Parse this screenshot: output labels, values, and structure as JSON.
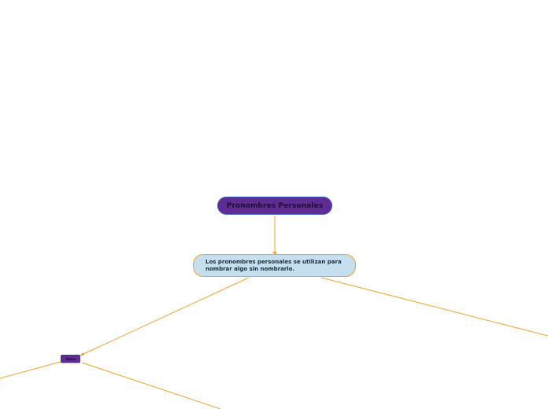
{
  "mindmap": {
    "root": {
      "label": "Pronombres Personales"
    },
    "description": {
      "label": "Los pronombres personales se utilizan para\nnombrar algo sin nombrarlo."
    },
    "child": {
      "label": "Tenso"
    }
  },
  "colors": {
    "connector": "#f0a030",
    "root_fill": "#5f2c91",
    "root_border": "#3b5bc4",
    "description_fill": "#c5dfef",
    "child_fill": "#5f2c91"
  }
}
